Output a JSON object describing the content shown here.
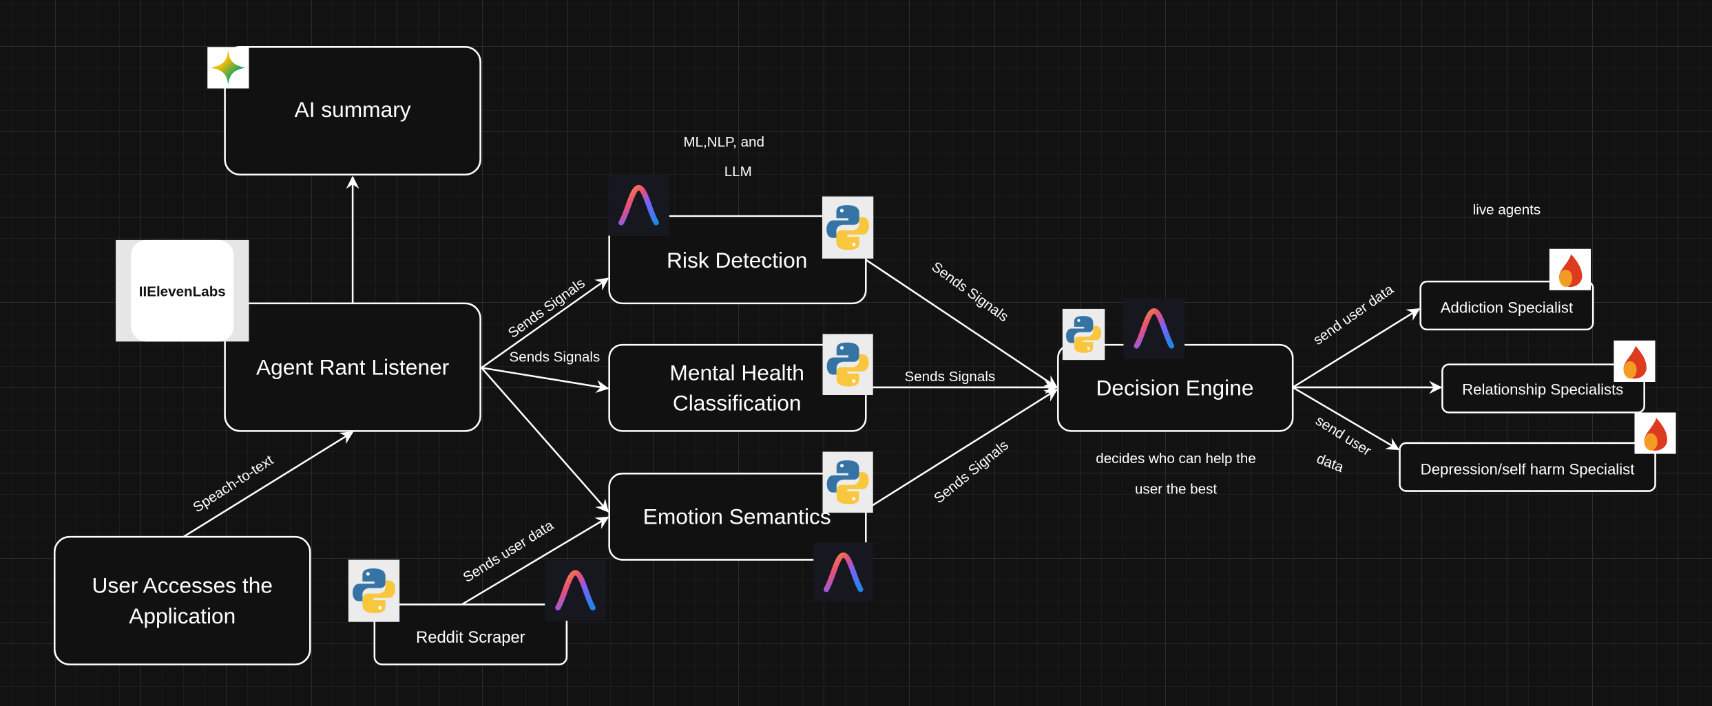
{
  "nodes": {
    "ai_summary": "AI summary",
    "agent_rant_listener": "Agent Rant Listener",
    "user_access_line1": "User Accesses the",
    "user_access_line2": "Application",
    "reddit_scraper": "Reddit Scraper",
    "risk_detection": "Risk Detection",
    "mental_health_line1": "Mental Health",
    "mental_health_line2": "Classification",
    "emotion_semantics": "Emotion Semantics",
    "decision_engine": "Decision Engine",
    "addiction_specialist": "Addiction Specialist",
    "relationship_specialists": "Relationship Specialists",
    "depression_specialist": "Depression/self harm Specialist"
  },
  "annotations": {
    "ml_line1": "ML,NLP, and",
    "ml_line2": "LLM",
    "live_agents": "live agents",
    "decides_line1": "decides who can help the",
    "decides_line2": "user the best"
  },
  "edge_labels": {
    "speech_to_text": "Speach-to-text",
    "agent_to_risk": "Sends Signals",
    "agent_to_mental": "Sends Signals",
    "reddit_to_emotion": "Sends user data",
    "risk_to_decision": "Sends Signals",
    "mental_to_decision": "Sends Signals",
    "emotion_to_decision": "Sends Signals",
    "decision_to_addiction": "send user data",
    "decision_to_depression_line1": "send user",
    "decision_to_depression_line2": "data"
  },
  "logos": {
    "elevenlabs": "IIElevenLabs"
  },
  "icons": {
    "gemini": "gemini-icon",
    "elevenlabs": "elevenlabs-logo",
    "python": "python-icon",
    "anaconda": "anaconda-icon",
    "firebase": "firebase-icon"
  },
  "colors": {
    "background": "#121212",
    "node_fill": "#111111",
    "stroke": "#ffffff"
  }
}
